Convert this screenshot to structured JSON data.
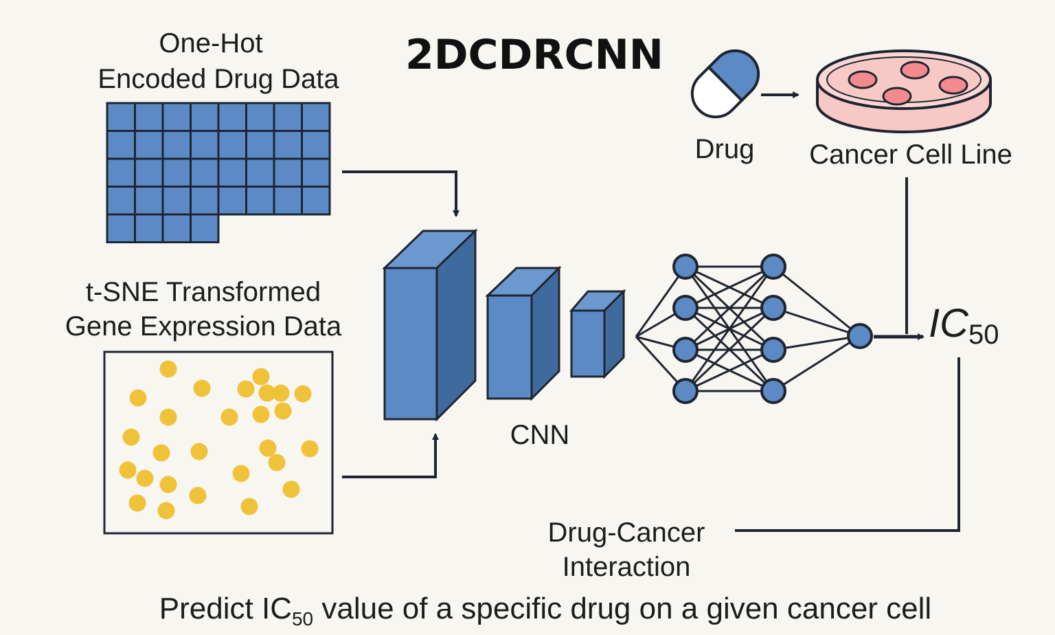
{
  "title": "2DCDRCNN",
  "labels": {
    "onehot_line1": "One-Hot",
    "onehot_line2": "Encoded Drug Data",
    "tsne_line1": "t-SNE Transformed",
    "tsne_line2": "Gene Expression Data",
    "drug": "Drug",
    "cell_line": "Cancer Cell Line",
    "cnn": "CNN",
    "ic50_main": "IC",
    "ic50_sub": "50",
    "interaction_line1": "Drug-Cancer",
    "interaction_line2": "Interaction"
  },
  "caption": {
    "before": "Predict IC",
    "sub": "50",
    "after": " value of a specific drug on a given cancer cell"
  },
  "colors": {
    "background": "#f7f6f1",
    "blue": "#5b8ac4",
    "blue_dark": "#3f6a9e",
    "blue_mid": "#4b79b2",
    "yellow_dot": "#f0c23a",
    "dish_fill": "#f7c9c5",
    "cell_fill": "#f28a8f",
    "outline": "#1f2530"
  },
  "icons": {
    "drug": "capsule-icon",
    "cell_line": "petri-dish-icon"
  }
}
